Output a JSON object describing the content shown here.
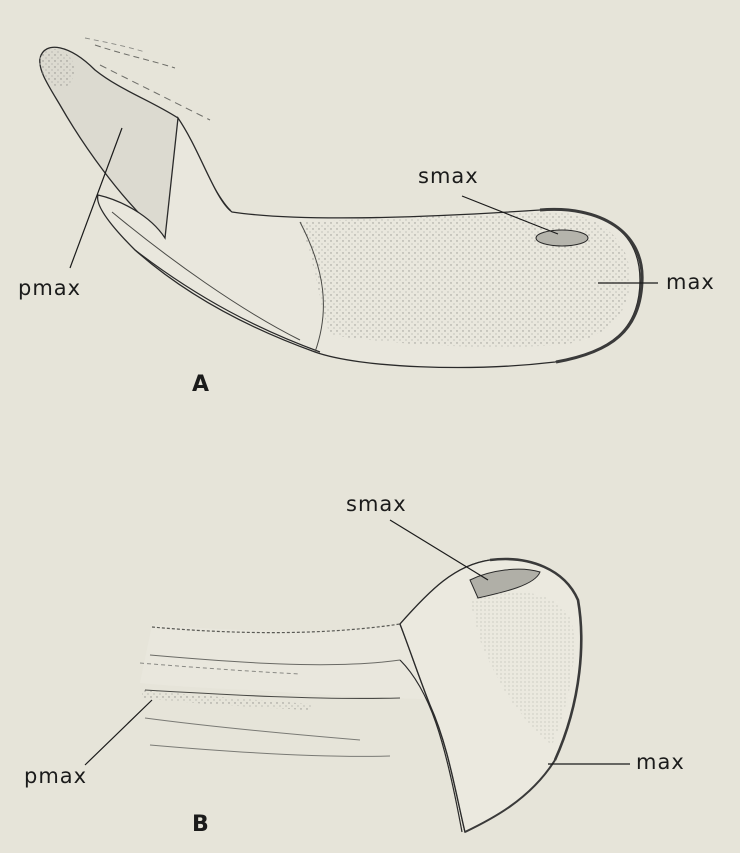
{
  "figure": {
    "colors": {
      "background": "#e6e4d9",
      "outline": "#2a2a2a",
      "stipple": "#8f8f8a",
      "shade": "#d6d4ca"
    },
    "panel_a": {
      "letter": "A",
      "labels": {
        "smax": "smax",
        "pmax": "pmax",
        "max": "max"
      }
    },
    "panel_b": {
      "letter": "B",
      "labels": {
        "smax": "smax",
        "pmax": "pmax",
        "max": "max"
      }
    }
  }
}
